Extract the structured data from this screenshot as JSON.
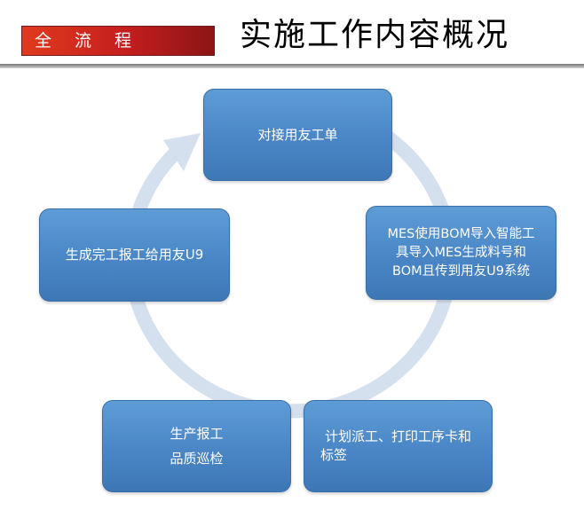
{
  "header": {
    "section_tag": "全流程",
    "title": "实施工作内容概况"
  },
  "diagram": {
    "type": "cycle",
    "arrow_color": "#d5e0ee",
    "node_color": "#4a86c6",
    "nodes": [
      {
        "lines": [
          "对接用友工单"
        ]
      },
      {
        "lines": [
          "MES使用BOM导入智能工",
          "具导入MES生成料号和",
          "BOM且传到用友U9系统"
        ]
      },
      {
        "lines": [
          "计划派工、打印工序卡和",
          "标签"
        ]
      },
      {
        "lines": [
          "生产报工",
          "品质巡检"
        ]
      },
      {
        "lines": [
          "生成完工报工给用友U9"
        ]
      }
    ]
  }
}
